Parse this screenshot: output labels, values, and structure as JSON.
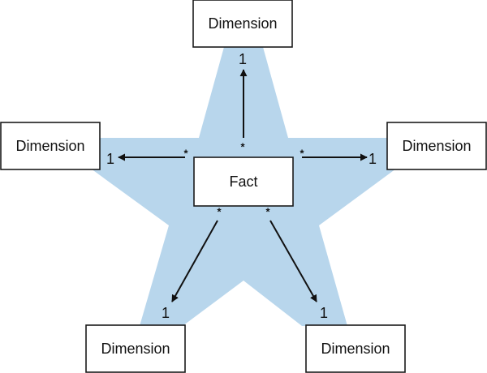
{
  "colors": {
    "star_fill": "#b8d6ec",
    "box_stroke": "#1a1a1a",
    "arrow": "#111111"
  },
  "fact": {
    "label": "Fact"
  },
  "dimensions": [
    {
      "label": "Dimension",
      "one": "1",
      "many": "*"
    },
    {
      "label": "Dimension",
      "one": "1",
      "many": "*"
    },
    {
      "label": "Dimension",
      "one": "1",
      "many": "*"
    },
    {
      "label": "Dimension",
      "one": "1",
      "many": "*"
    },
    {
      "label": "Dimension",
      "one": "1",
      "many": "*"
    }
  ]
}
